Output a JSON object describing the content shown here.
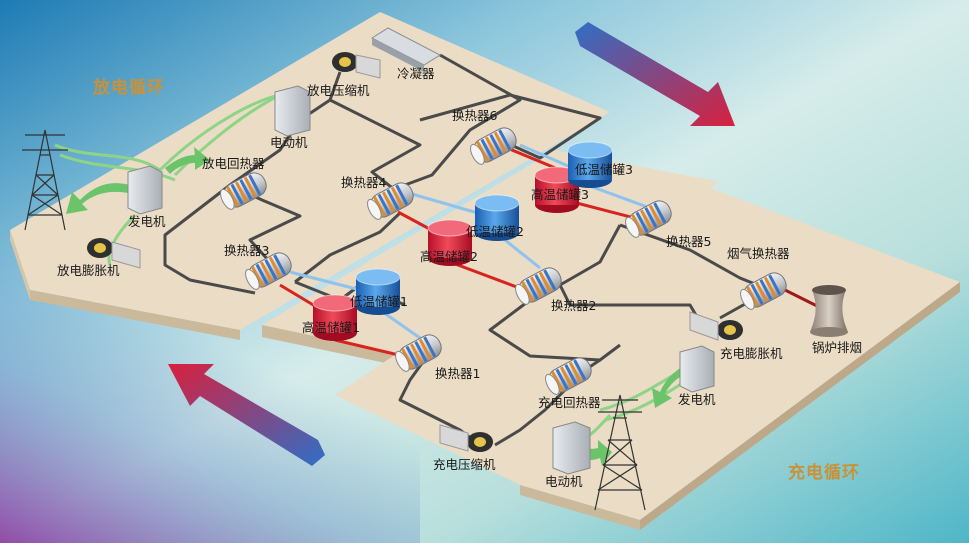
{
  "cycles": {
    "discharge": "放电循环",
    "charge": "充电循环"
  },
  "labels": {
    "condenser": "冷凝器",
    "discharge_compressor": "放电压缩机",
    "motor_top": "电动机",
    "discharge_recuperator": "放电回热器",
    "generator_left": "发电机",
    "discharge_expander": "放电膨胀机",
    "hx6": "换热器6",
    "hx4": "换热器4",
    "hx3": "换热器3",
    "low_tank3": "低温储罐3",
    "high_tank3": "高温储罐3",
    "low_tank2": "低温储罐2",
    "high_tank2": "高温储罐2",
    "low_tank1": "低温储罐1",
    "high_tank1": "高温储罐1",
    "hx5": "换热器5",
    "flue_hx": "烟气换热器",
    "hx2": "换热器2",
    "boiler_exhaust": "锅炉排烟",
    "charge_expander": "充电膨胀机",
    "hx1": "换热器1",
    "charge_recuperator": "充电回热器",
    "generator_right": "发电机",
    "charge_compressor": "充电压缩机",
    "motor_bottom": "电动机"
  },
  "colors": {
    "cycle_text": "#c9913a",
    "platform": "#e9dcc6",
    "hot_tank": "#e8283e",
    "cold_tank": "#2e84d8",
    "hot_pipe": "#d8231e",
    "cold_pipe": "#8fc3ee",
    "loop_pipe": "#4a4a4a",
    "power_line": "#8ed486"
  }
}
